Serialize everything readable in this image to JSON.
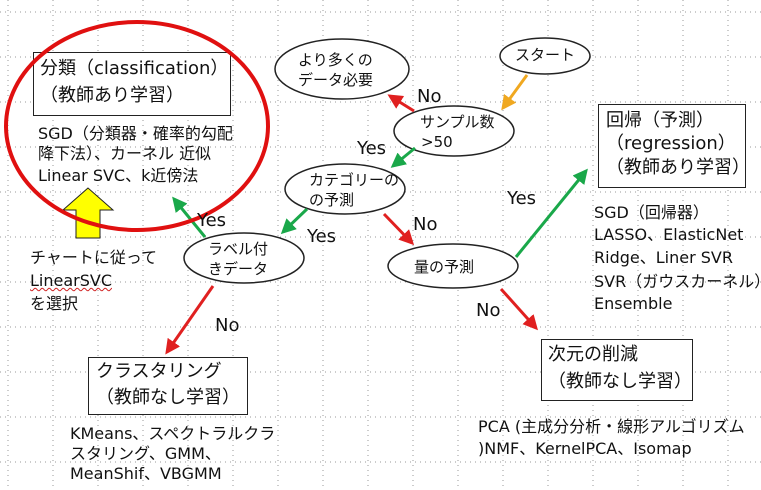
{
  "nodes": {
    "start": "スタート",
    "samples": [
      "サンプル数",
      ">50"
    ],
    "more_data": [
      "より多くの",
      "データ必要"
    ],
    "category": [
      "カテゴリーの",
      "の予測"
    ],
    "labeled": [
      "ラベル付",
      "きデータ"
    ],
    "quantity": "量の予測"
  },
  "edges": {
    "no_more_data": "No",
    "yes_category": "Yes",
    "no_quantity": "No",
    "yes_labeled": "Yes",
    "yes_classification": "Yes",
    "no_clustering": "No",
    "yes_regression": "Yes",
    "no_reduction": "No"
  },
  "classification": {
    "title": "分類（classification）",
    "subtitle": "（教師あり学習）",
    "algorithms": [
      "SGD（分類器・確率的勾配",
      "降下法）、カーネル 近似",
      "Linear SVC、k近傍法"
    ]
  },
  "regression": {
    "title": "回帰（予測）",
    "title_en": "（regression）",
    "subtitle": "（教師あり学習）",
    "algorithms": [
      "SGD（回帰器）",
      "LASSO、ElasticNet",
      "Ridge、Liner SVR",
      "SVR（ガウスカーネル）",
      "Ensemble"
    ]
  },
  "clustering": {
    "title": "クラスタリング",
    "subtitle": "（教師なし学習）",
    "algorithms": [
      "KMeans、スペクトラルクラ",
      "スタリング、GMM、",
      "MeanShif、VBGMM"
    ]
  },
  "reduction": {
    "title": "次元の削減",
    "subtitle": "（教師なし学習）",
    "algorithms": [
      "PCA (主成分分析・線形アルゴリズム",
      ")NMF、KernelPCA、Isomap"
    ]
  },
  "annotation": [
    "チャートに従って",
    "LinearSVC",
    "を選択"
  ],
  "colors": {
    "red": "#e02020",
    "green": "#1aa84a",
    "orange": "#f0a820",
    "yellow": "#ffff00",
    "highlight_ring": "#e01010"
  }
}
